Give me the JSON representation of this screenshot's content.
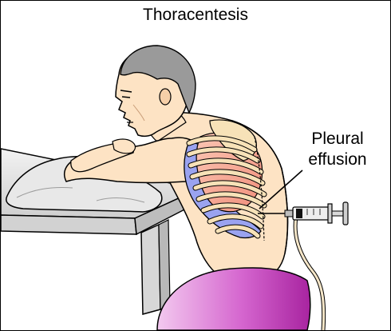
{
  "title": "Thoracentesis",
  "label": {
    "line1": "Pleural",
    "line2": "effusion"
  },
  "colors": {
    "skin": "#fde3c4",
    "hair": "#9a9a9a",
    "pillow": "#e6e6e6",
    "table": "#e4e4e4",
    "lung_fluid": "#9aa3f0",
    "lung_tissue": "#f7a893",
    "rib": "#f7e2b8",
    "pants": "#c45bbf",
    "syringe": "#d9d9d9"
  }
}
